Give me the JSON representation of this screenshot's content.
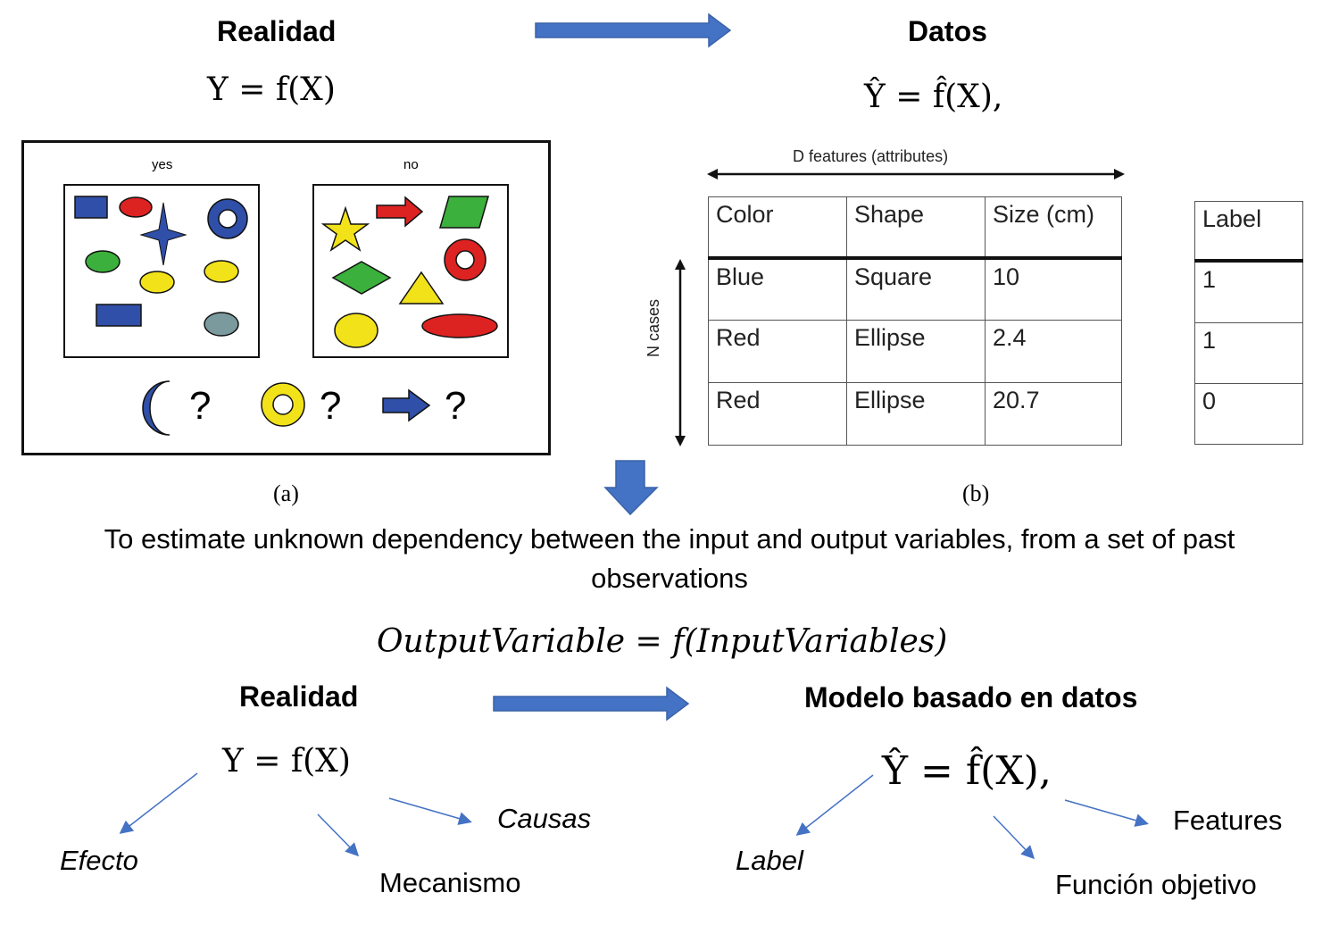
{
  "top": {
    "left_heading": "Realidad",
    "right_heading": "Datos",
    "left_formula": "Y = f(X)",
    "right_formula": "Ŷ = f̂(X),"
  },
  "figure_a": {
    "panel_yes_label": "yes",
    "panel_no_label": "no",
    "question_marks": [
      "?",
      "?",
      "?"
    ],
    "caption": "(a)"
  },
  "figure_b": {
    "features_label": "D features (attributes)",
    "cases_label": "N cases",
    "columns": [
      "Color",
      "Shape",
      "Size (cm)"
    ],
    "rows": [
      [
        "Blue",
        "Square",
        "10"
      ],
      [
        "Red",
        "Ellipse",
        "2.4"
      ],
      [
        "Red",
        "Ellipse",
        "20.7"
      ]
    ],
    "label_header": "Label",
    "labels": [
      "1",
      "1",
      "0"
    ],
    "caption": "(b)"
  },
  "description": "To estimate unknown dependency between the input and output variables, from a set of past observations",
  "general_formula": "OutputVariable = f(InputVariables)",
  "bottom": {
    "left_heading": "Realidad",
    "right_heading": "Modelo basado en datos",
    "left_formula": "Y = f(X)",
    "right_formula": "Ŷ = f̂(X),",
    "left_terms": {
      "effect": "Efecto",
      "mechanism": "Mecanismo",
      "causes": "Causas"
    },
    "right_terms": {
      "label": "Label",
      "objective": "Función objetivo",
      "features": "Features"
    }
  },
  "colors": {
    "arrow_blue": "#4472c4",
    "shape_blue": "#2f4fa8",
    "shape_red": "#dd2222",
    "shape_yellow": "#f2e21a",
    "shape_green": "#3cb03c",
    "shape_gray": "#7a9a9e"
  }
}
